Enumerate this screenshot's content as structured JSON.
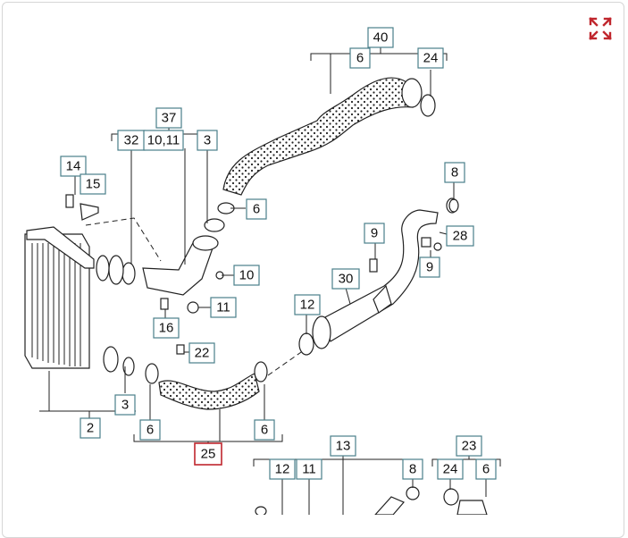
{
  "toolbar": {
    "expand_icon": "expand-arrows-icon",
    "accent": "#c0262d"
  },
  "labels": {
    "l40": "40",
    "l6a": "6",
    "l24a": "24",
    "l37": "37",
    "l32": "32",
    "l1011": "10,11",
    "l3a": "3",
    "l14": "14",
    "l15": "15",
    "l6b": "6",
    "l8a": "8",
    "l28": "28",
    "l9a": "9",
    "l9b": "9",
    "l10": "10",
    "l11a": "11",
    "l30": "30",
    "l12a": "12",
    "l16": "16",
    "l22": "22",
    "l3b": "3",
    "l2": "2",
    "l6c": "6",
    "l6d": "6",
    "l25": "25",
    "l13": "13",
    "l12b": "12",
    "l11b": "11",
    "l8b": "8",
    "l23": "23",
    "l24b": "24",
    "l6e": "6"
  }
}
